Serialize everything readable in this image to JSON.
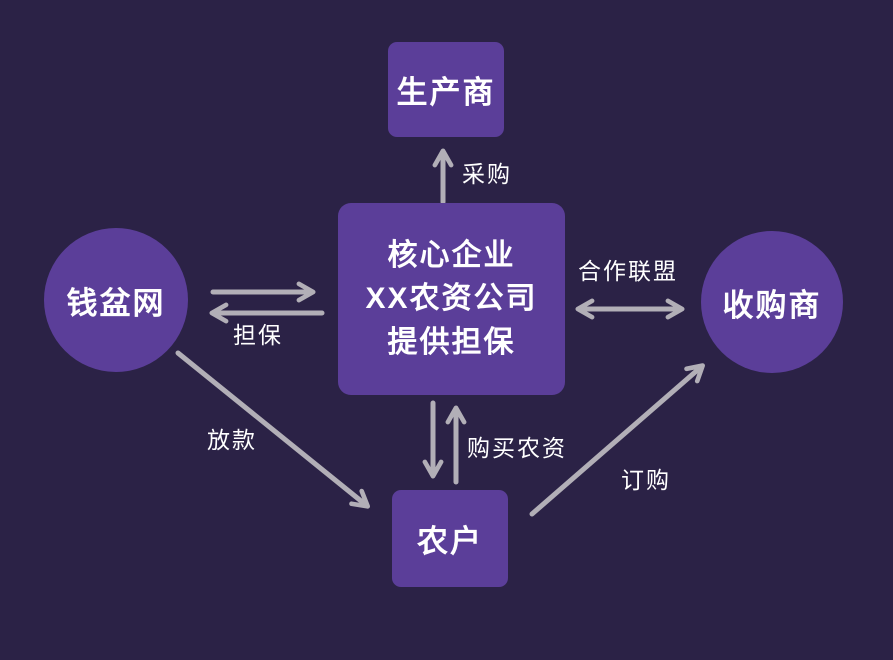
{
  "diagram": {
    "colors": {
      "background": "#2b2246",
      "node_fill": "#5b3e99",
      "arrow": "#b2afb7",
      "text": "#ffffff"
    },
    "nodes": {
      "producer": {
        "label": "生产商",
        "shape": "rect"
      },
      "core": {
        "lines": [
          "核心企业",
          "XX农资公司",
          "提供担保"
        ],
        "shape": "rect"
      },
      "qianpen": {
        "label": "钱盆网",
        "shape": "circle"
      },
      "buyer": {
        "label": "收购商",
        "shape": "circle"
      },
      "farmer": {
        "label": "农户",
        "shape": "rect"
      }
    },
    "edges": {
      "procure": {
        "label": "采购",
        "from": "core",
        "to": "producer",
        "direction": "one-way"
      },
      "guarantee": {
        "label": "担保",
        "from": "qianpen",
        "to": "core",
        "direction": "two-way-pair"
      },
      "alliance": {
        "label": "合作联盟",
        "from": "core",
        "to": "buyer",
        "direction": "two-way"
      },
      "loan": {
        "label": "放款",
        "from": "qianpen",
        "to": "farmer",
        "direction": "one-way"
      },
      "buy": {
        "label": "购买农资",
        "from": "core",
        "to": "farmer",
        "direction": "two-way-pair"
      },
      "order": {
        "label": "订购",
        "from": "farmer",
        "to": "buyer",
        "direction": "one-way"
      }
    }
  }
}
